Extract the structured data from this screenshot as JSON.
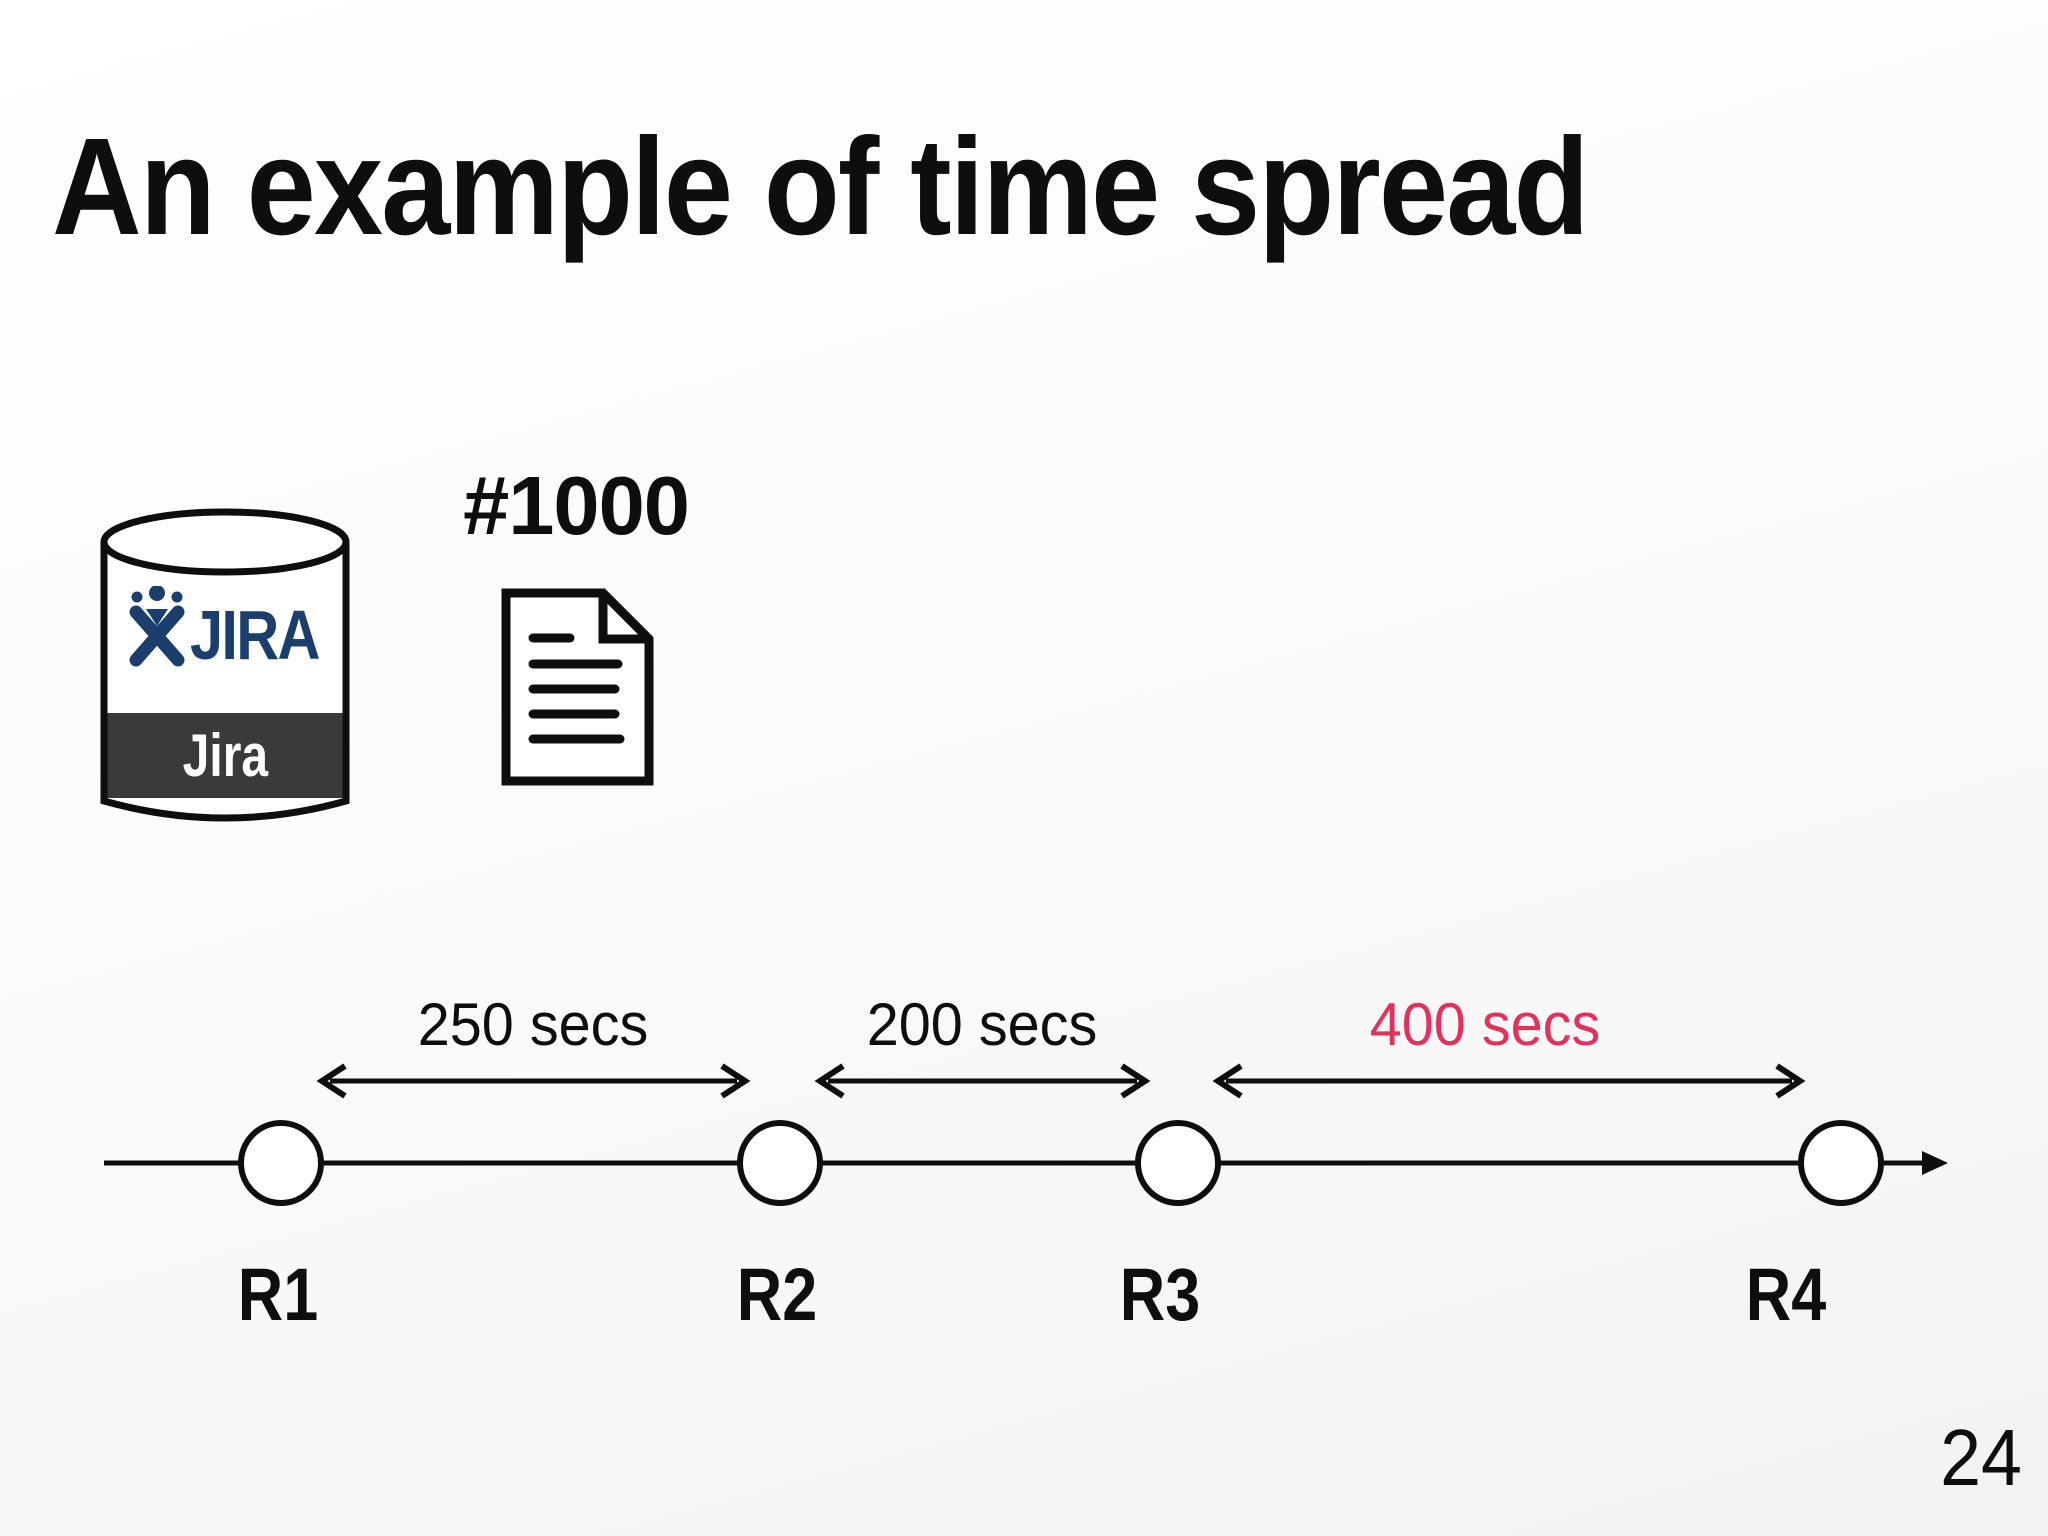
{
  "slide": {
    "title": "An example of time spread",
    "page_number": "24"
  },
  "jira_source": {
    "icon": "database-cylinder-icon",
    "logo_mark_icon": "jira-person-icon",
    "logo_text": "JIRA",
    "cylinder_label": "Jira",
    "logo_color": "#1c3e6d",
    "band_color": "#3a3a3a"
  },
  "issue_document": {
    "icon": "document-icon",
    "label": "#1000"
  },
  "timeline": {
    "line_color": "#0e0e0e",
    "highlight_color": "#e0325a",
    "points": [
      {
        "id": "R1",
        "label": "R1"
      },
      {
        "id": "R2",
        "label": "R2"
      },
      {
        "id": "R3",
        "label": "R3"
      },
      {
        "id": "R4",
        "label": "R4"
      }
    ],
    "intervals": [
      {
        "from": "R1",
        "to": "R2",
        "label": "250 secs",
        "seconds": 250,
        "highlighted": false
      },
      {
        "from": "R2",
        "to": "R3",
        "label": "200 secs",
        "seconds": 200,
        "highlighted": false
      },
      {
        "from": "R3",
        "to": "R4",
        "label": "400 secs",
        "seconds": 400,
        "highlighted": true
      }
    ]
  }
}
